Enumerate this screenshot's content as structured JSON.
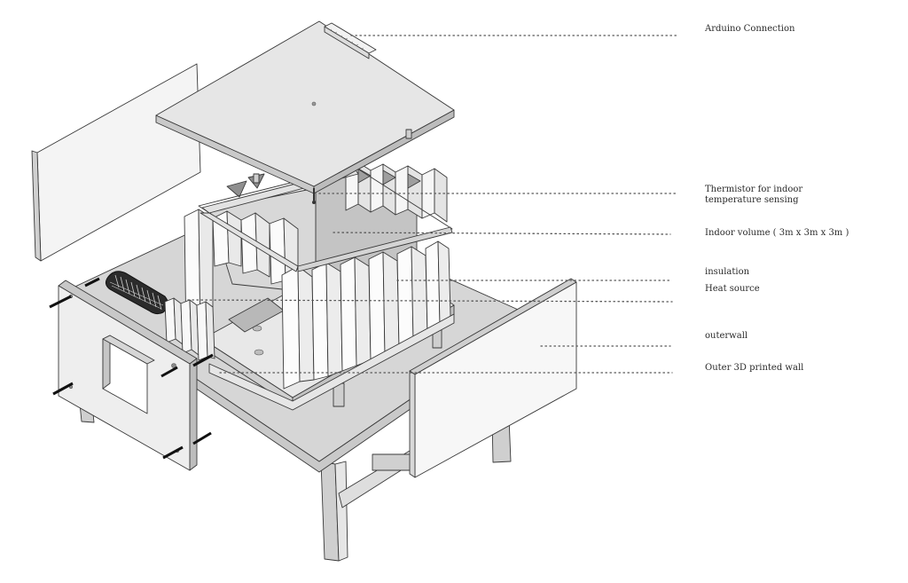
{
  "diagram": {
    "labels": [
      {
        "id": "arduino",
        "text": "Arduino Connection"
      },
      {
        "id": "thermistor",
        "text": "Thermistor for indoor temperature sensing"
      },
      {
        "id": "indoor_volume",
        "text": "Indoor volume ( 3m x 3m x 3m )"
      },
      {
        "id": "insulation",
        "text": "insulation"
      },
      {
        "id": "heat_source",
        "text": "Heat source"
      },
      {
        "id": "outerwall",
        "text": "outerwall"
      },
      {
        "id": "outer_3d_wall",
        "text": "Outer 3D printed wall"
      }
    ],
    "colors": {
      "panel_light": "#f2f2f2",
      "panel_mid": "#dcdcdc",
      "panel_dark": "#bdbdbd",
      "insulation": "#fbfbfb",
      "heater": "#2b2b2b",
      "line": "#3a3a3a"
    },
    "icons": [
      "arduino-connector",
      "heater-coil",
      "bolt",
      "thermistor-probe"
    ]
  }
}
